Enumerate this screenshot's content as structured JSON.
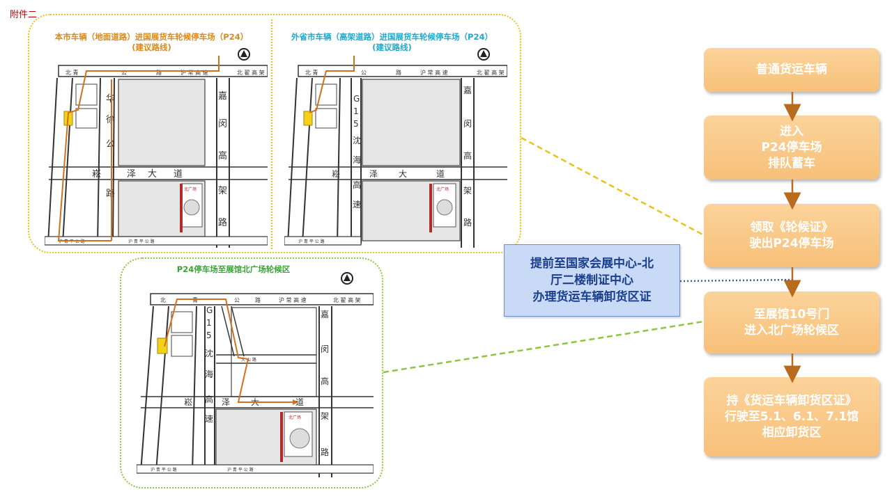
{
  "attachment_label": "附件二",
  "maps": {
    "local": {
      "title_line1": "本市车辆（地面道路）进国展货车轮候停车场（P24）",
      "title_line2": "(建议路线)",
      "labels": {
        "road_top": "北 青 公 路",
        "road_top2": "沪 常 高 速",
        "road_top3": "北 翟 高 架",
        "road_bottom": "沪 青 平 公 路",
        "huaxu": [
          "华",
          "徐",
          "公",
          "路"
        ],
        "jiamin": [
          "嘉",
          "闵",
          "高",
          "架",
          "路"
        ],
        "songze": [
          "崧",
          "泽",
          "大",
          "道"
        ],
        "north_square": "北 广 场"
      }
    },
    "outside": {
      "title_line1": "外省市车辆（高架道路）进国展货车轮候停车场（P24）",
      "title_line2": "(建议路线)",
      "labels": {
        "g15": [
          "G",
          "1",
          "5",
          "沈",
          "海",
          "高",
          "速"
        ],
        "jiamin": [
          "嘉",
          "闵",
          "高",
          "架",
          "路"
        ],
        "songze": [
          "崧",
          "泽",
          "大",
          "道"
        ],
        "north_square": "北 广 场"
      }
    },
    "p24": {
      "title": "P24停车场至展馆北广场轮候区",
      "labels": {
        "g15": [
          "G",
          "1",
          "5",
          "沈",
          "海",
          "高",
          "速"
        ],
        "jiamin": [
          "嘉",
          "闵",
          "高",
          "架",
          "路"
        ],
        "songze": [
          "崧",
          "泽",
          "大",
          "道"
        ],
        "north_square": "北 广 场"
      }
    }
  },
  "flow": {
    "steps": [
      {
        "lines": [
          "普通货运车辆"
        ]
      },
      {
        "lines": [
          "进入",
          "P24停车场",
          "排队蓄车"
        ]
      },
      {
        "lines": [
          "领取《轮候证》",
          "驶出P24停车场"
        ]
      },
      {
        "lines": [
          "至展馆10号门",
          "进入北广场轮候区"
        ]
      },
      {
        "lines": [
          "持《货运车辆卸货区证》",
          "行驶至5.1、6.1、7.1馆",
          "相应卸货区"
        ]
      }
    ],
    "note": {
      "lines": [
        "提前至国家会展中心-北",
        "厅二楼制证中心",
        "办理货运车辆卸货区证"
      ]
    }
  },
  "colors": {
    "route": "#d3701e",
    "flow_box": "#f9c47f",
    "arrow": "#b86a1d",
    "yellow_dotted": "#e8c41a",
    "green_dotted": "#8cc640",
    "blue_dotted": "#3c5c9c",
    "note_fill": "#c9daf6"
  }
}
